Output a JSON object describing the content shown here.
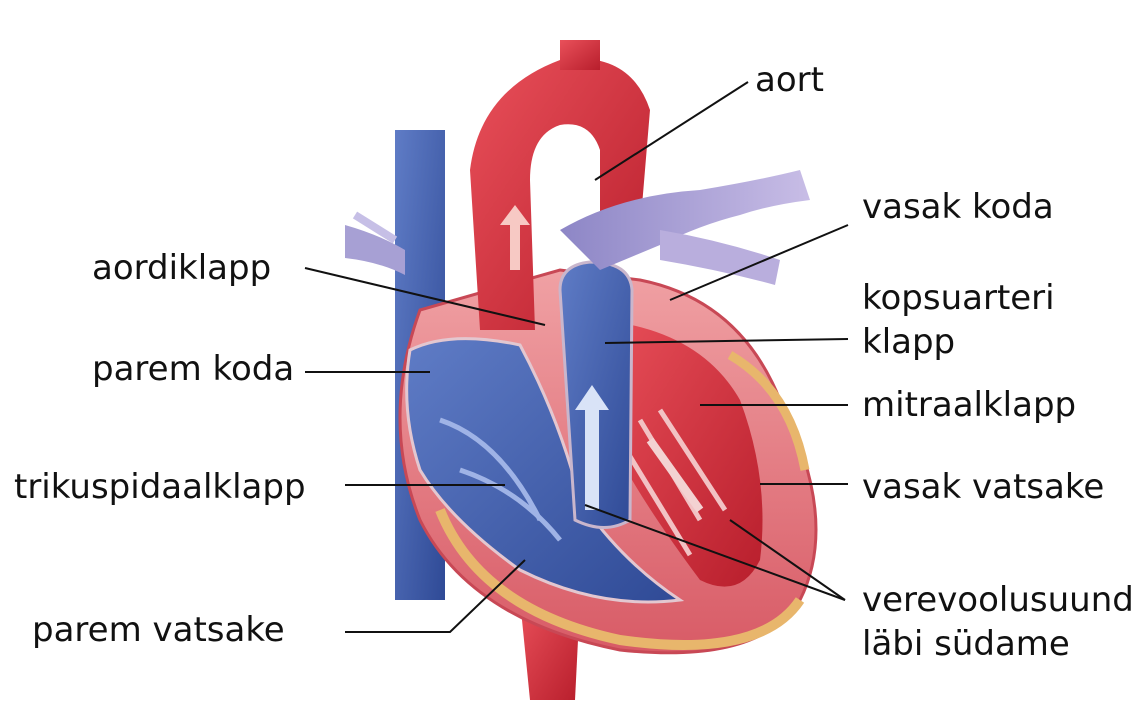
{
  "labels": {
    "aort": "aort",
    "vasak_koda": "vasak koda",
    "aordiklapp": "aordiklapp",
    "kopsuarteri_1": "kopsuarteri",
    "kopsuarteri_2": "klapp",
    "parem_koda": "parem koda",
    "mitraalklapp": "mitraalklapp",
    "trikuspidaalklapp": "trikuspidaalklapp",
    "vasak_vatsake": "vasak vatsake",
    "parem_vatsake": "parem vatsake",
    "verevool_1": "verevoolusuund",
    "verevool_2": "läbi südame"
  },
  "colors": {
    "oxygenated": "#d8323f",
    "deoxygenated": "#4a66b0",
    "pulmonary_vein": "#b4a9d8",
    "fat": "#e8b66c",
    "muscle": "#e98a8f"
  }
}
